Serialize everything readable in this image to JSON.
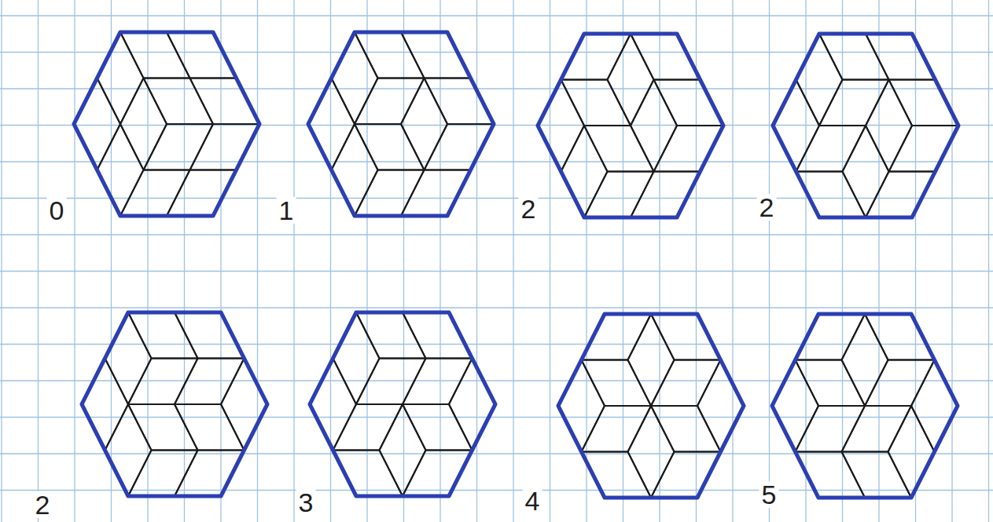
{
  "diagram": {
    "labels": [
      "0",
      "1",
      "2",
      "2",
      "2",
      "3",
      "4",
      "5"
    ]
  }
}
